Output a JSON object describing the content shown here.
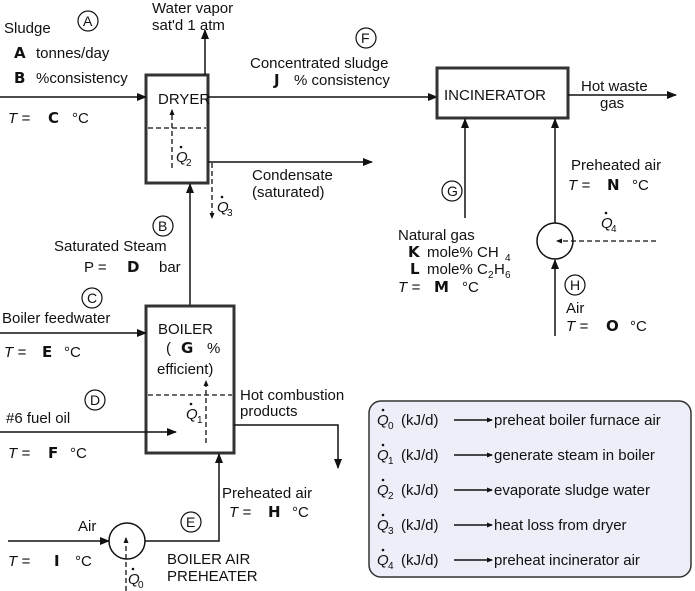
{
  "units": {
    "dryer": {
      "label": "DRYER"
    },
    "incinerator": {
      "label": "INCINERATOR"
    },
    "boiler": {
      "label": "BOILER",
      "eff_open": "(",
      "eff_var": "G",
      "eff_pct": "%",
      "eff_text": "efficient)"
    },
    "boiler_preheater": {
      "line1": "BOILER AIR",
      "line2": "PREHEATER"
    }
  },
  "streams": {
    "A": {
      "tag": "A",
      "title": "Sludge",
      "var1": "A",
      "unit1": "tonnes/day",
      "var2": "B",
      "unit2": "%consistency",
      "t_label": "T =",
      "t_var": "C",
      "t_unit": "°C"
    },
    "vapor": {
      "line1": "Water vapor",
      "line2": "sat'd 1 atm"
    },
    "F": {
      "tag": "F",
      "line1": "Concentrated sludge",
      "var": "J",
      "unit": "% consistency"
    },
    "hot_waste": {
      "line1": "Hot waste",
      "line2": "gas"
    },
    "condensate": {
      "line1": "Condensate",
      "line2": "(saturated)"
    },
    "B": {
      "tag": "B",
      "title": "Saturated Steam",
      "p_label": "P =",
      "p_var": "D",
      "p_unit": "bar"
    },
    "C": {
      "tag": "C",
      "title": "Boiler feedwater",
      "t_label": "T =",
      "t_var": "E",
      "t_unit": "°C"
    },
    "D": {
      "tag": "D",
      "title": "#6 fuel oil",
      "t_label": "T =",
      "t_var": "F",
      "t_unit": "°C"
    },
    "combustion": {
      "line1": "Hot combustion",
      "line2": "products"
    },
    "E": {
      "tag": "E",
      "title": "Preheated air",
      "t_label": "T =",
      "t_var": "H",
      "t_unit": "°C"
    },
    "air_boiler": {
      "title": "Air",
      "t_label": "T =",
      "t_var": "I",
      "t_unit": "°C"
    },
    "G": {
      "tag": "G",
      "title": "Natural gas",
      "var1": "K",
      "unit1": "mole% CH",
      "var2": "L",
      "unit2": "mole% C",
      "t_label": "T =",
      "t_var": "M",
      "t_unit": "°C"
    },
    "preheated_inc": {
      "title": "Preheated air",
      "t_label": "T =",
      "t_var": "N",
      "t_unit": "°C"
    },
    "H": {
      "tag": "H",
      "title": "Air",
      "t_label": "T =",
      "t_var": "O",
      "t_unit": "°C"
    }
  },
  "heat": {
    "q0": {
      "sym": "Q",
      "sub": "0"
    },
    "q1": {
      "sym": "Q",
      "sub": "1"
    },
    "q2": {
      "sym": "Q",
      "sub": "2"
    },
    "q3": {
      "sym": "Q",
      "sub": "3"
    },
    "q4": {
      "sym": "Q",
      "sub": "4"
    }
  },
  "legend": {
    "items": [
      {
        "sym": "Q",
        "sub": "0",
        "unit": "(kJ/d)",
        "desc": "preheat boiler furnace air"
      },
      {
        "sym": "Q",
        "sub": "1",
        "unit": "(kJ/d)",
        "desc": "generate steam in boiler"
      },
      {
        "sym": "Q",
        "sub": "2",
        "unit": "(kJ/d)",
        "desc": "evaporate sludge water"
      },
      {
        "sym": "Q",
        "sub": "3",
        "unit": "(kJ/d)",
        "desc": "heat loss from dryer"
      },
      {
        "sym": "Q",
        "sub": "4",
        "unit": "(kJ/d)",
        "desc": "preheat incinerator air"
      }
    ]
  },
  "colors": {
    "legend_fill": "#eceef8",
    "box_stroke": "#333333"
  }
}
